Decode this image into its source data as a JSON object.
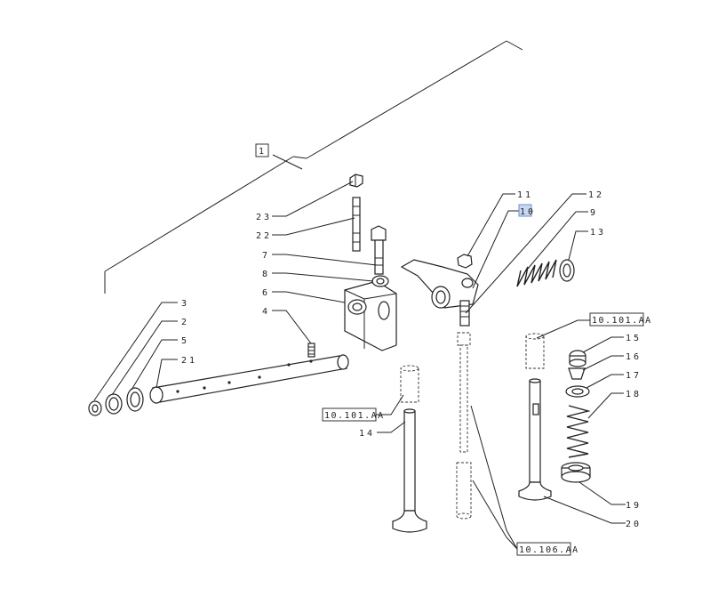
{
  "group_ref": "1",
  "selected_callout": "10",
  "callouts": {
    "c23": "23",
    "c22": "22",
    "c7": "7",
    "c8": "8",
    "c6": "6",
    "c4": "4",
    "c3": "3",
    "c2": "2",
    "c5": "5",
    "c21": "21",
    "c11": "11",
    "c10": "10",
    "c12": "12",
    "c9": "9",
    "c13": "13",
    "c15": "15",
    "c16": "16",
    "c17": "17",
    "c18": "18",
    "c19": "19",
    "c20": "20",
    "c14": "14"
  },
  "references": {
    "ref_left": "10.101.AA",
    "ref_right": "10.101.AA",
    "ref_bottom": "10.106.AA"
  }
}
